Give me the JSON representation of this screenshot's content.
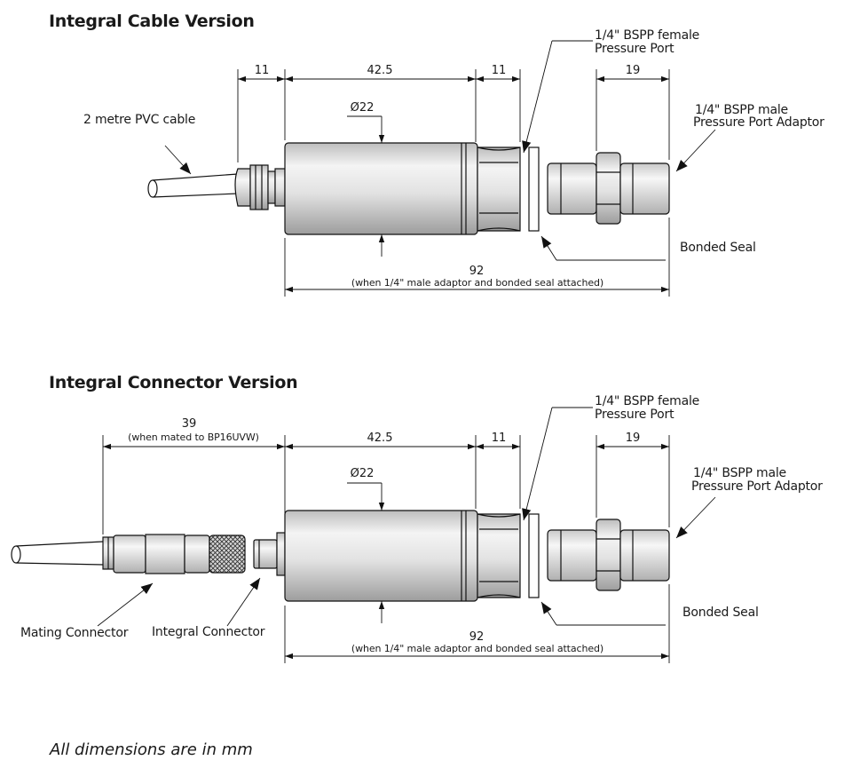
{
  "cable_version": {
    "title": "Integral Cable Version",
    "dims": {
      "d11_left": "11",
      "d42": "42.5",
      "d11_right": "11",
      "d19": "19",
      "dia": "Ø22",
      "total": "92"
    },
    "total_note": "(when 1/4\" male adaptor and bonded seal attached)",
    "labels": {
      "cable": "2 metre PVC cable",
      "female_port_l1": "1/4\" BSPP female",
      "female_port_l2": "Pressure Port",
      "male_adaptor_l1": "1/4\" BSPP male",
      "male_adaptor_l2": "Pressure Port Adaptor",
      "seal": "Bonded Seal"
    }
  },
  "connector_version": {
    "title": "Integral Connector Version",
    "dims": {
      "d39": "39",
      "d42": "42.5",
      "d11": "11",
      "d19": "19",
      "dia": "Ø22",
      "total": "92"
    },
    "d39_note": "(when mated to BP16UVW)",
    "total_note": "(when 1/4\" male adaptor and bonded seal attached)",
    "labels": {
      "female_port_l1": "1/4\" BSPP female",
      "female_port_l2": "Pressure Port",
      "male_adaptor_l1": "1/4\" BSPP male",
      "male_adaptor_l2": "Pressure Port Adaptor",
      "seal": "Bonded Seal",
      "mating_connector": "Mating Connector",
      "integral_connector": "Integral Connector"
    }
  },
  "footer": "All dimensions are in mm"
}
